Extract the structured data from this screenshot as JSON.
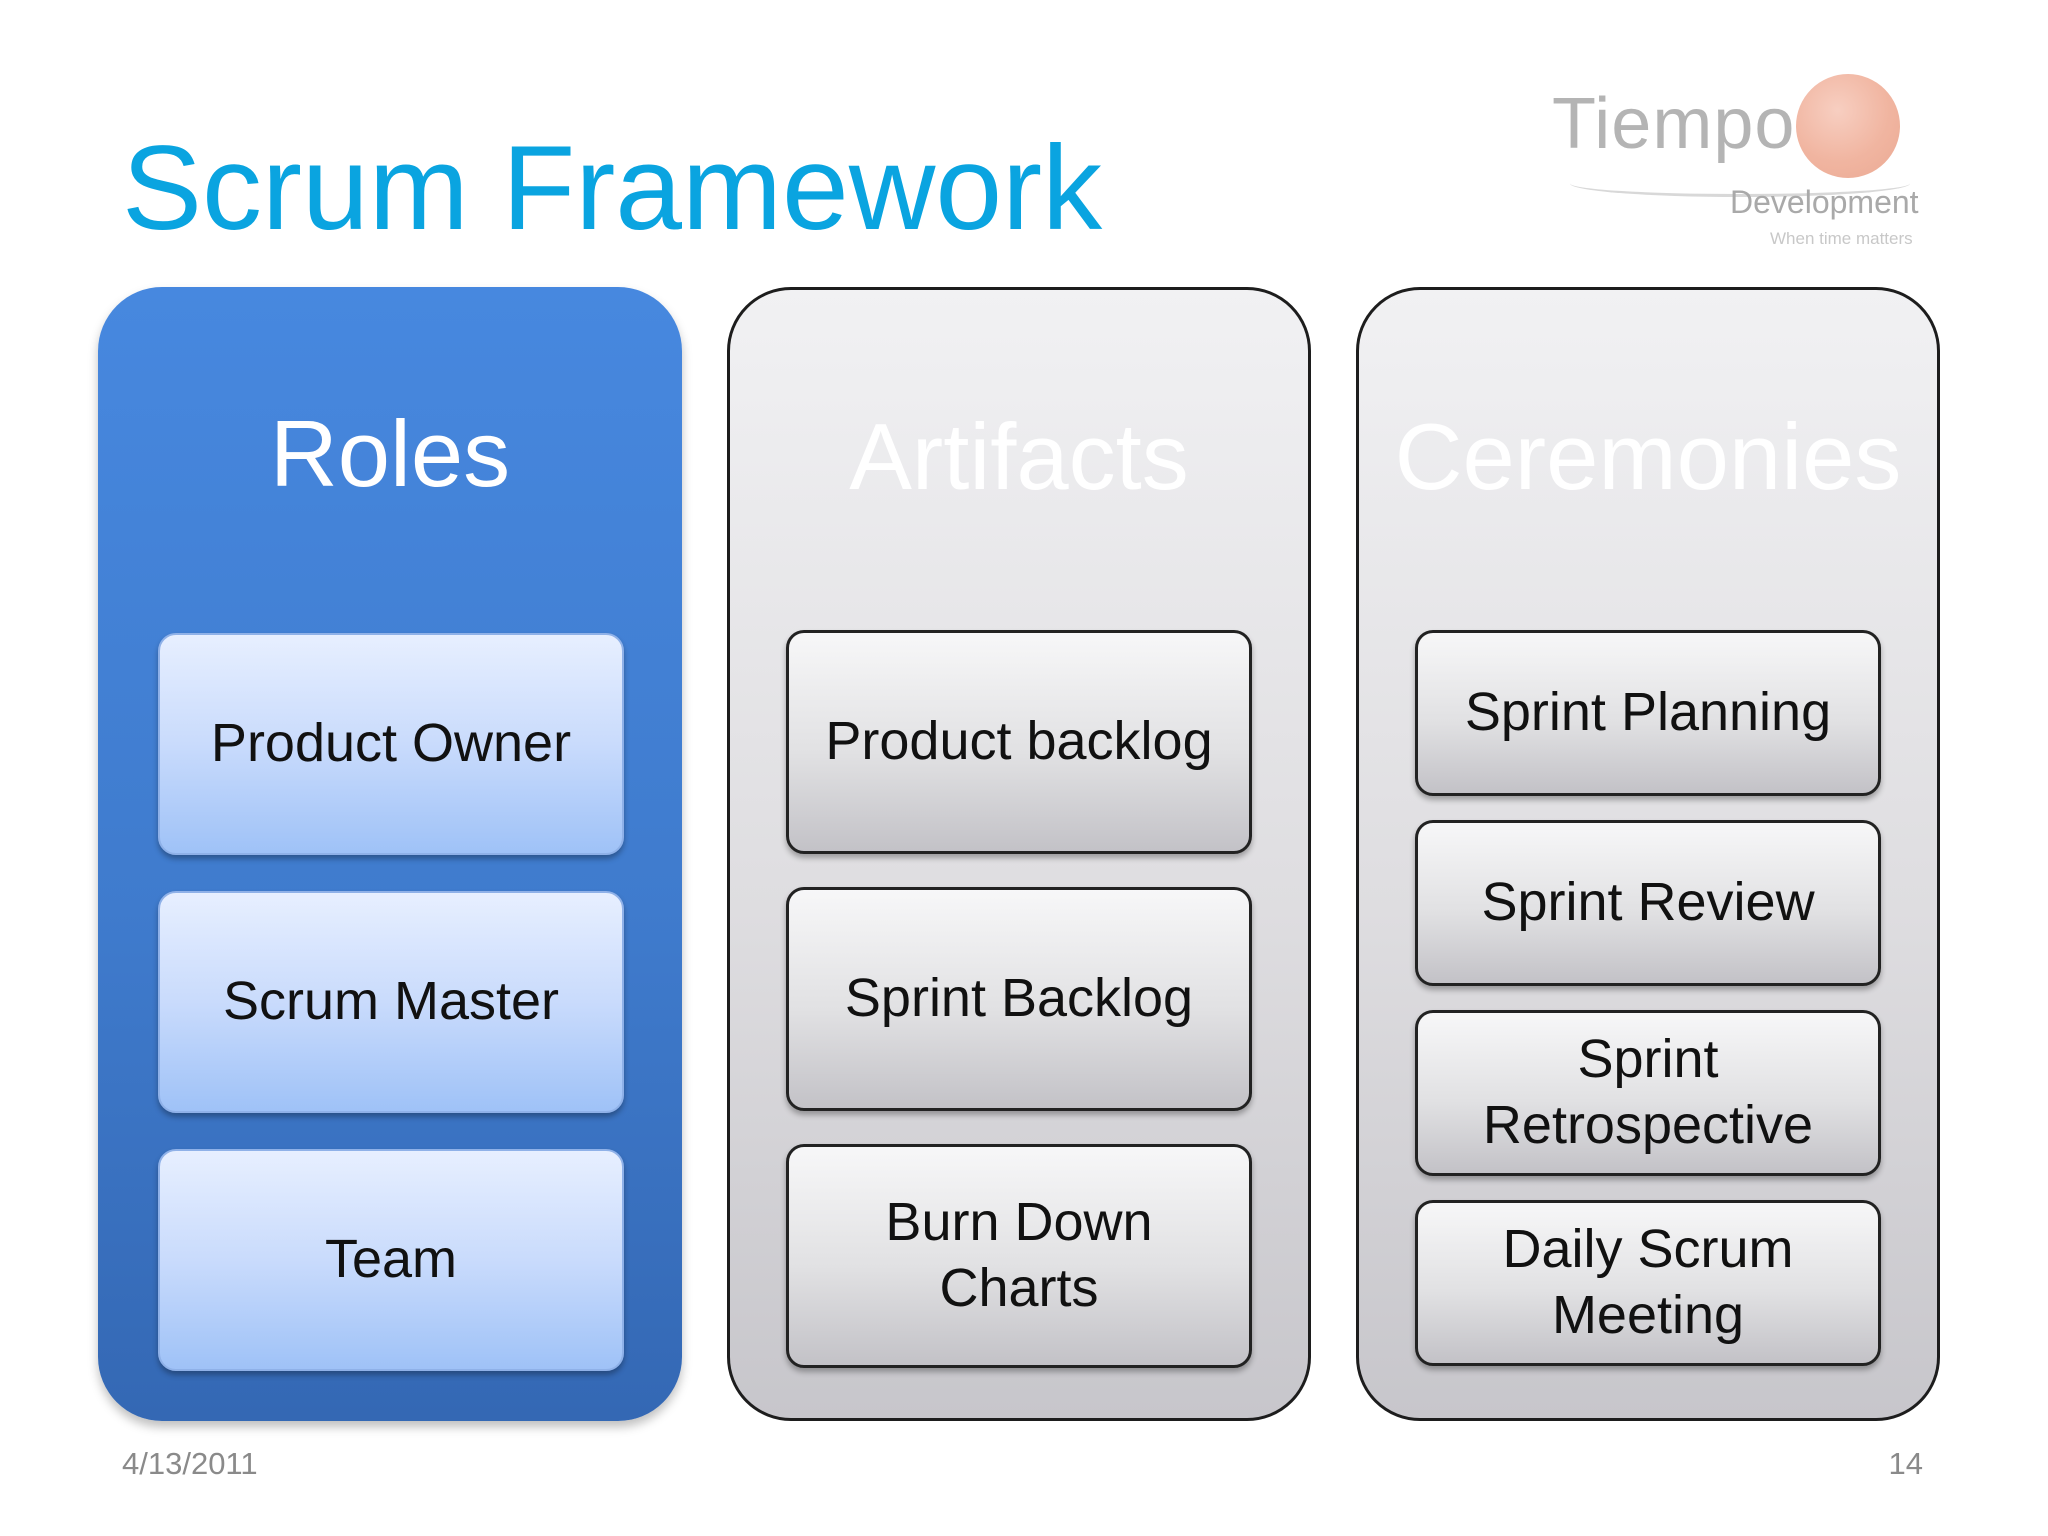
{
  "slide": {
    "title": "Scrum Framework",
    "date": "4/13/2011",
    "page_number": "14"
  },
  "logo": {
    "word": "Tiempo",
    "subtitle": "Development",
    "tagline": "When time matters",
    "accent_color": "#ee9f85"
  },
  "columns": [
    {
      "heading": "Roles",
      "items": [
        "Product Owner",
        "Scrum Master",
        "Team"
      ]
    },
    {
      "heading": "Artifacts",
      "items": [
        "Product backlog",
        "Sprint Backlog",
        "Burn Down Charts"
      ]
    },
    {
      "heading": "Ceremonies",
      "items": [
        "Sprint Planning",
        "Sprint Review",
        "Sprint Retrospective",
        "Daily Scrum Meeting"
      ]
    }
  ],
  "colors": {
    "title": "#0aa4e0",
    "roles_panel": "#3f7bcd",
    "grey_panel": "#dedde0",
    "footer_text": "#8a8a8a"
  }
}
